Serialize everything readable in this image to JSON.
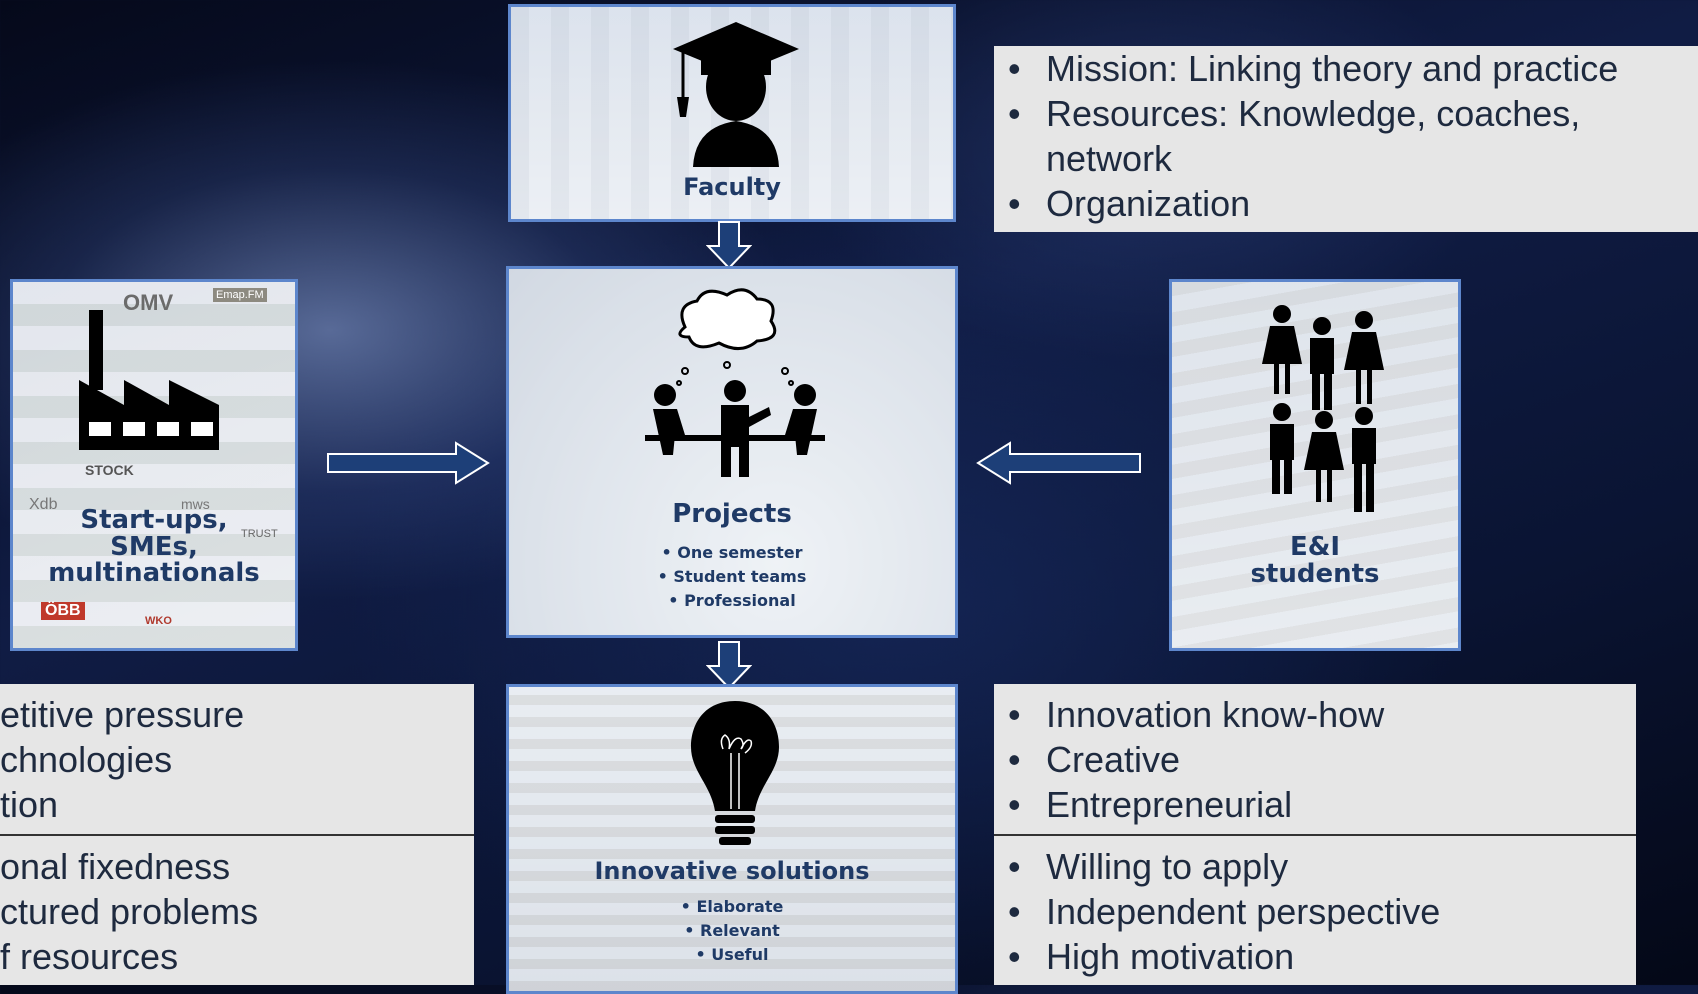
{
  "faculty": {
    "title": "Faculty",
    "bullets": [
      "Mission: Linking theory and practice",
      "Resources: Knowledge, coaches, network",
      "Organization"
    ]
  },
  "companies": {
    "title": "Start-ups, SMEs, multinationals",
    "logo_texts": [
      "OMV",
      "Emap.FM",
      "STOCK",
      "Xdb",
      "mws",
      "ÖBB",
      "TRUST",
      "WKO"
    ],
    "bullets_top": [
      "etitive pressure",
      "chnologies",
      "tion"
    ],
    "bullets_bottom": [
      "onal fixedness",
      "ctured problems",
      "f resources"
    ]
  },
  "projects": {
    "title": "Projects",
    "items": [
      "One semester",
      "Student teams",
      "Professional"
    ]
  },
  "students": {
    "title": "E&I students",
    "bullets_top": [
      "Innovation know-how",
      "Creative",
      "Entrepreneurial"
    ],
    "bullets_bottom": [
      "Willing to apply",
      "Independent perspective",
      "High motivation"
    ]
  },
  "solutions": {
    "title": "Innovative solutions",
    "items": [
      "Elaborate",
      "Relevant",
      "Useful"
    ]
  },
  "colors": {
    "card_border": "#5d86cc",
    "title_text": "#1f3a66",
    "arrow_fill": "#1d3f78",
    "textbox_bg": "#e6e6e6"
  }
}
